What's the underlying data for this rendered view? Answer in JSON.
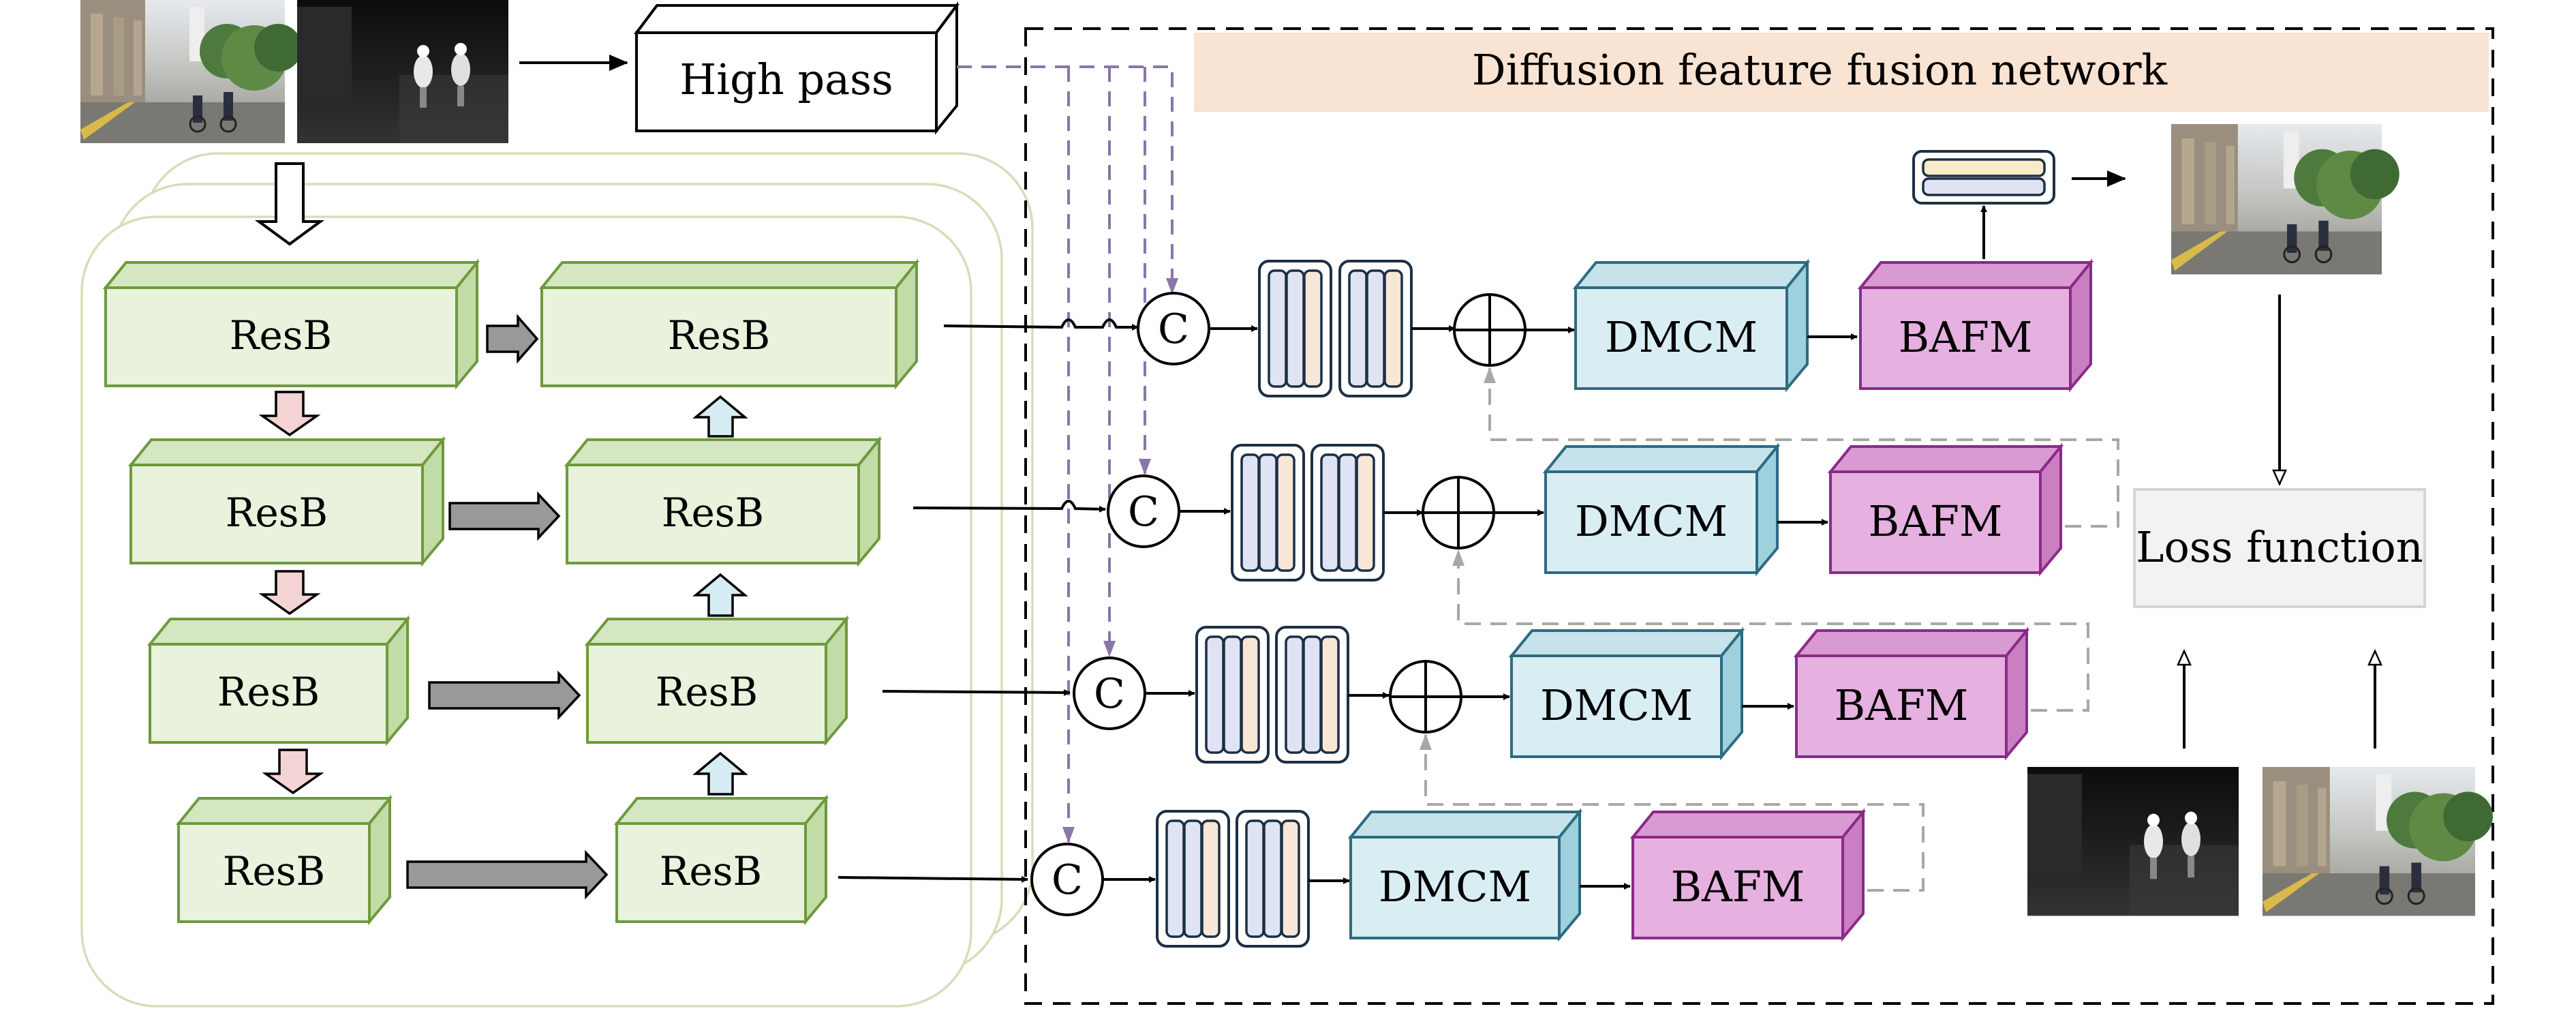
{
  "title": "Diffusion feature fusion network",
  "high_pass": "High pass",
  "loss": "Loss function",
  "resb": "ResB",
  "dmcm": "DMCM",
  "bafm": "BAFM",
  "concat": "C",
  "colors": {
    "resb_fill": "#e8f2dc",
    "resb_stroke": "#6e9a3c",
    "dmcm_fill": "#d8eef3",
    "dmcm_stroke": "#2d6b82",
    "bafm_fill": "#e6b0e0",
    "bafm_stroke": "#8b2a86",
    "title_band": "#f9e3d3",
    "purple_dash": "#8a76a8",
    "gray_dash": "#a8a8a8"
  }
}
